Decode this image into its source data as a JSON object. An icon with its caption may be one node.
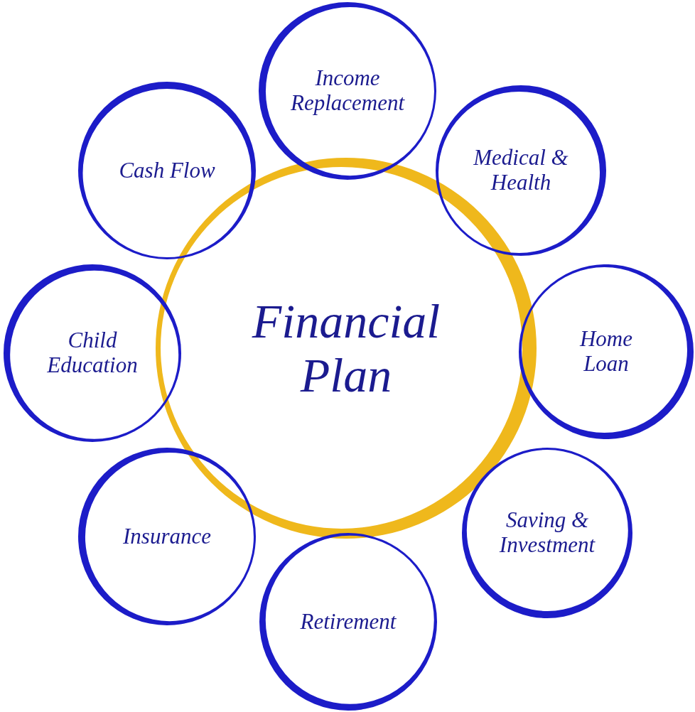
{
  "diagram": {
    "nodes": [
      {
        "text": [
          "Financial Plan"
        ]
      },
      {
        "text": [
          "Income Replacement"
        ]
      },
      {
        "text": [
          "Medical & Health"
        ]
      },
      {
        "text": [
          "Home Loan"
        ]
      },
      {
        "text": [
          "Saving & Investment"
        ]
      },
      {
        "text": [
          "Retirement"
        ]
      },
      {
        "text": [
          "Insurance"
        ]
      },
      {
        "text": [
          "Child Education"
        ]
      },
      {
        "text": [
          "Cash Flow"
        ]
      }
    ]
  }
}
